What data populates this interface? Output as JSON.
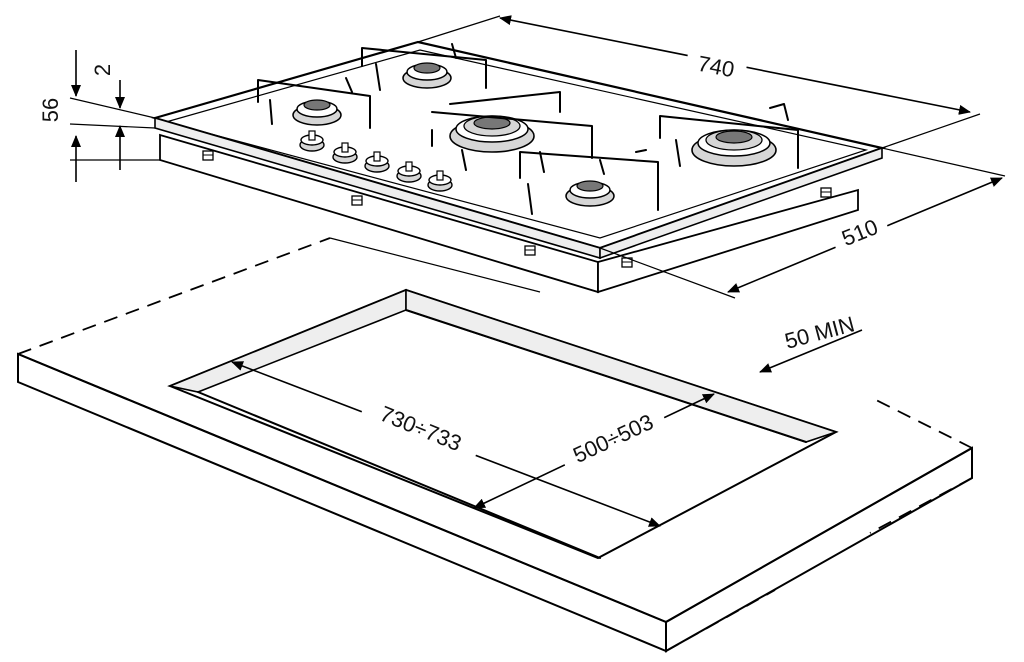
{
  "dimensions": {
    "width": "740",
    "depth": "510",
    "height": "56",
    "top_thickness": "2",
    "cutout_width": "730÷733",
    "cutout_depth": "500÷503",
    "front_clearance": "50 MIN"
  },
  "colors": {
    "line": "#000000",
    "background": "#ffffff",
    "panel_fill": "#eeeeee"
  }
}
